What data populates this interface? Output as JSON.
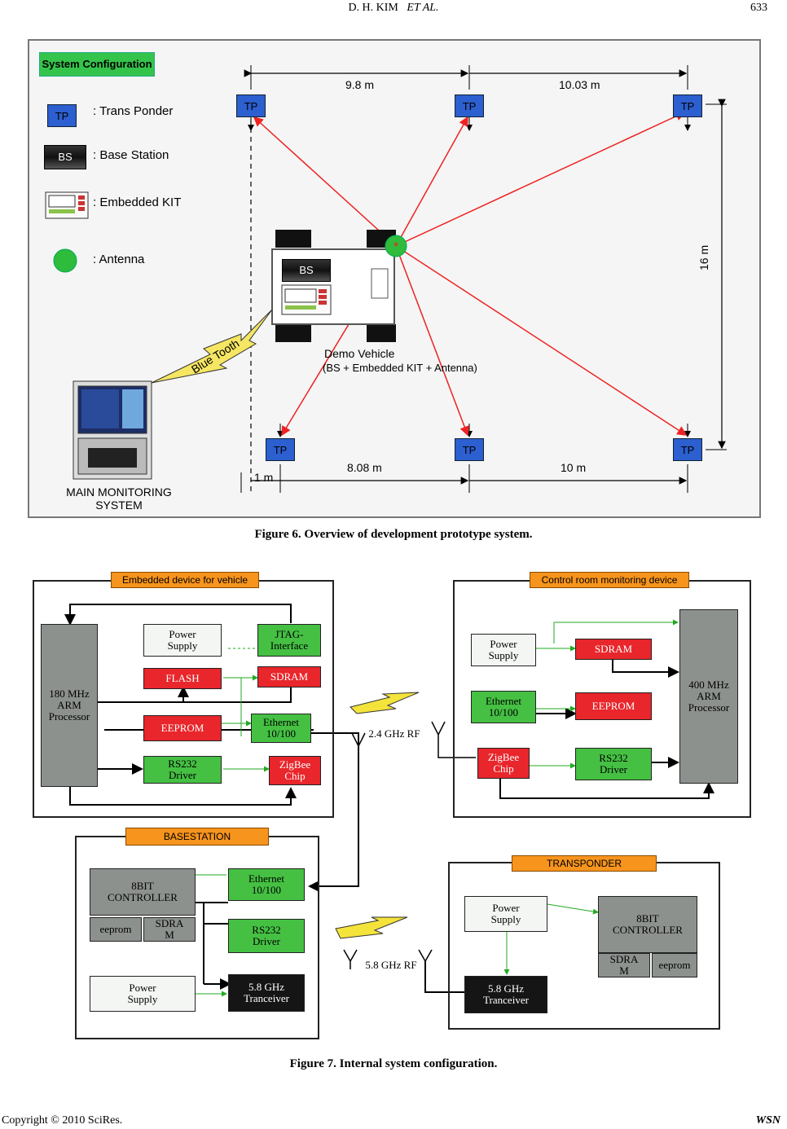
{
  "header": {
    "authors": "D. H. KIM",
    "et_al": "ET AL.",
    "page_number": "633"
  },
  "figure6": {
    "caption": "Figure 6. Overview of development prototype system.",
    "system_configuration": "System Configuration",
    "legend": [
      {
        "symbol": "TP",
        "label": ": Trans Ponder"
      },
      {
        "symbol": "BS",
        "label": ": Base Station"
      },
      {
        "symbol": "",
        "label": ": Embedded KIT"
      },
      {
        "symbol": "",
        "label": ": Antenna"
      }
    ],
    "tp_label": "TP",
    "bs_label": "BS",
    "distances": {
      "top_left": "9.8 m",
      "top_right": "10.03 m",
      "side": "16 m",
      "bottom_left": "8.08 m",
      "bottom_right": "10 m",
      "offset": "1 m"
    },
    "bluetooth": "Blue Tooth",
    "demo_vehicle": "Demo Vehicle",
    "demo_vehicle_desc": "(BS + Embedded KIT + Antenna)",
    "main_monitoring_line1": "MAIN MONITORING",
    "main_monitoring_line2": "SYSTEM"
  },
  "figure7": {
    "caption": "Figure 7. Internal system configuration.",
    "embedded": {
      "title": "Embedded device for vehicle",
      "processor": "180 MHz\nARM\nProcessor",
      "power": "Power\nSupply",
      "jtag": "JTAG-\nInterface",
      "flash": "FLASH",
      "sdram": "SDRAM",
      "eeprom": "EEPROM",
      "ethernet": "Ethernet\n10/100",
      "rs232": "RS232\nDriver",
      "zigbee": "ZigBee\nChip"
    },
    "control": {
      "title": "Control room monitoring device",
      "power": "Power\nSupply",
      "sdram": "SDRAM",
      "ethernet": "Ethernet\n10/100",
      "eeprom": "EEPROM",
      "zigbee": "ZigBee\nChip",
      "rs232": "RS232\nDriver",
      "processor": "400 MHz\nARM\nProcessor"
    },
    "rf_24": "2.4 GHz\nRF",
    "basestation": {
      "title": "BASESTATION",
      "controller": "8BIT\nCONTROLLER",
      "eeprom": "eeprom",
      "sdram": "SDRA\nM",
      "ethernet": "Ethernet\n10/100",
      "rs232": "RS232\nDriver",
      "power": "Power\nSupply",
      "tranceiver": "5.8 GHz\nTranceiver"
    },
    "rf_58": "5.8 GHz\nRF",
    "transponder": {
      "title": "TRANSPONDER",
      "power": "Power\nSupply",
      "controller": "8BIT\nCONTROLLER",
      "sdram": "SDRA\nM",
      "eeprom": "eeprom",
      "tranceiver": "5.8 GHz\nTranceiver"
    }
  },
  "footer": {
    "copyright": "Copyright © 2010 SciRes.",
    "journal": "WSN"
  }
}
